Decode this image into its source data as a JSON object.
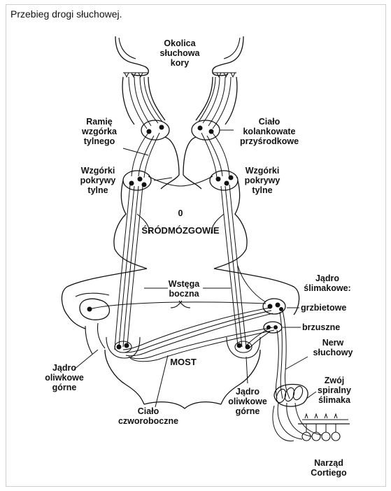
{
  "caption": "Przebieg drogi słuchowej.",
  "labels": {
    "cortex": [
      "Okolica",
      "słuchowa",
      "kory"
    ],
    "brachium": [
      "Ramię",
      "wzgórka",
      "tylnego"
    ],
    "mgb": [
      "Ciało",
      "kolankowate",
      "przyśrodkowe"
    ],
    "ic_left": [
      "Wzgórki",
      "pokrywy",
      "tylne"
    ],
    "ic_right": [
      "Wzgórki",
      "pokrywy",
      "tylne"
    ],
    "zero": "0",
    "midbrain": "ŚRÓDMÓZGOWIE",
    "lemniscus": [
      "Wstęga",
      "boczna"
    ],
    "cochlear_nucleus": [
      "Jądro",
      "ślimakowe:"
    ],
    "dorsal": "grzbietowe",
    "ventral": "brzuszne",
    "nerve": [
      "Nerw",
      "słuchowy"
    ],
    "pons": "MOST",
    "olive_left": [
      "Jądro",
      "oliwkowe",
      "górne"
    ],
    "olive_right": [
      "Jądro",
      "oliwkowe",
      "górne"
    ],
    "trapezoid": [
      "Ciało",
      "czworoboczne"
    ],
    "ganglion": [
      "Zwój",
      "spiralny",
      "ślimaka"
    ],
    "corti": [
      "Narząd",
      "Cortiego"
    ]
  }
}
